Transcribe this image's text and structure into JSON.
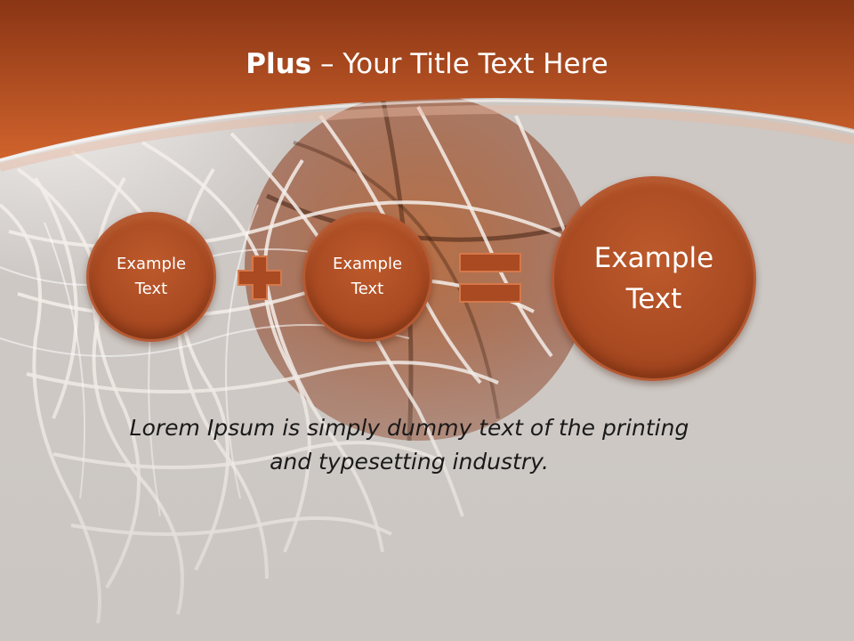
{
  "slide": {
    "title_bold": "Plus",
    "title_rest": " – Your Title Text Here",
    "circles": [
      "Example\nText",
      "Example\nText",
      "Example\nText"
    ],
    "operators": [
      "plus-icon",
      "equals-icon"
    ],
    "body": "Lorem Ipsum is simply dummy text of the printing\nand typesetting industry."
  },
  "colors": {
    "header": "#c2541f",
    "circle_fill": "#a94a22",
    "operator_fill": "#a94a22",
    "background": "#cdc8c4"
  }
}
